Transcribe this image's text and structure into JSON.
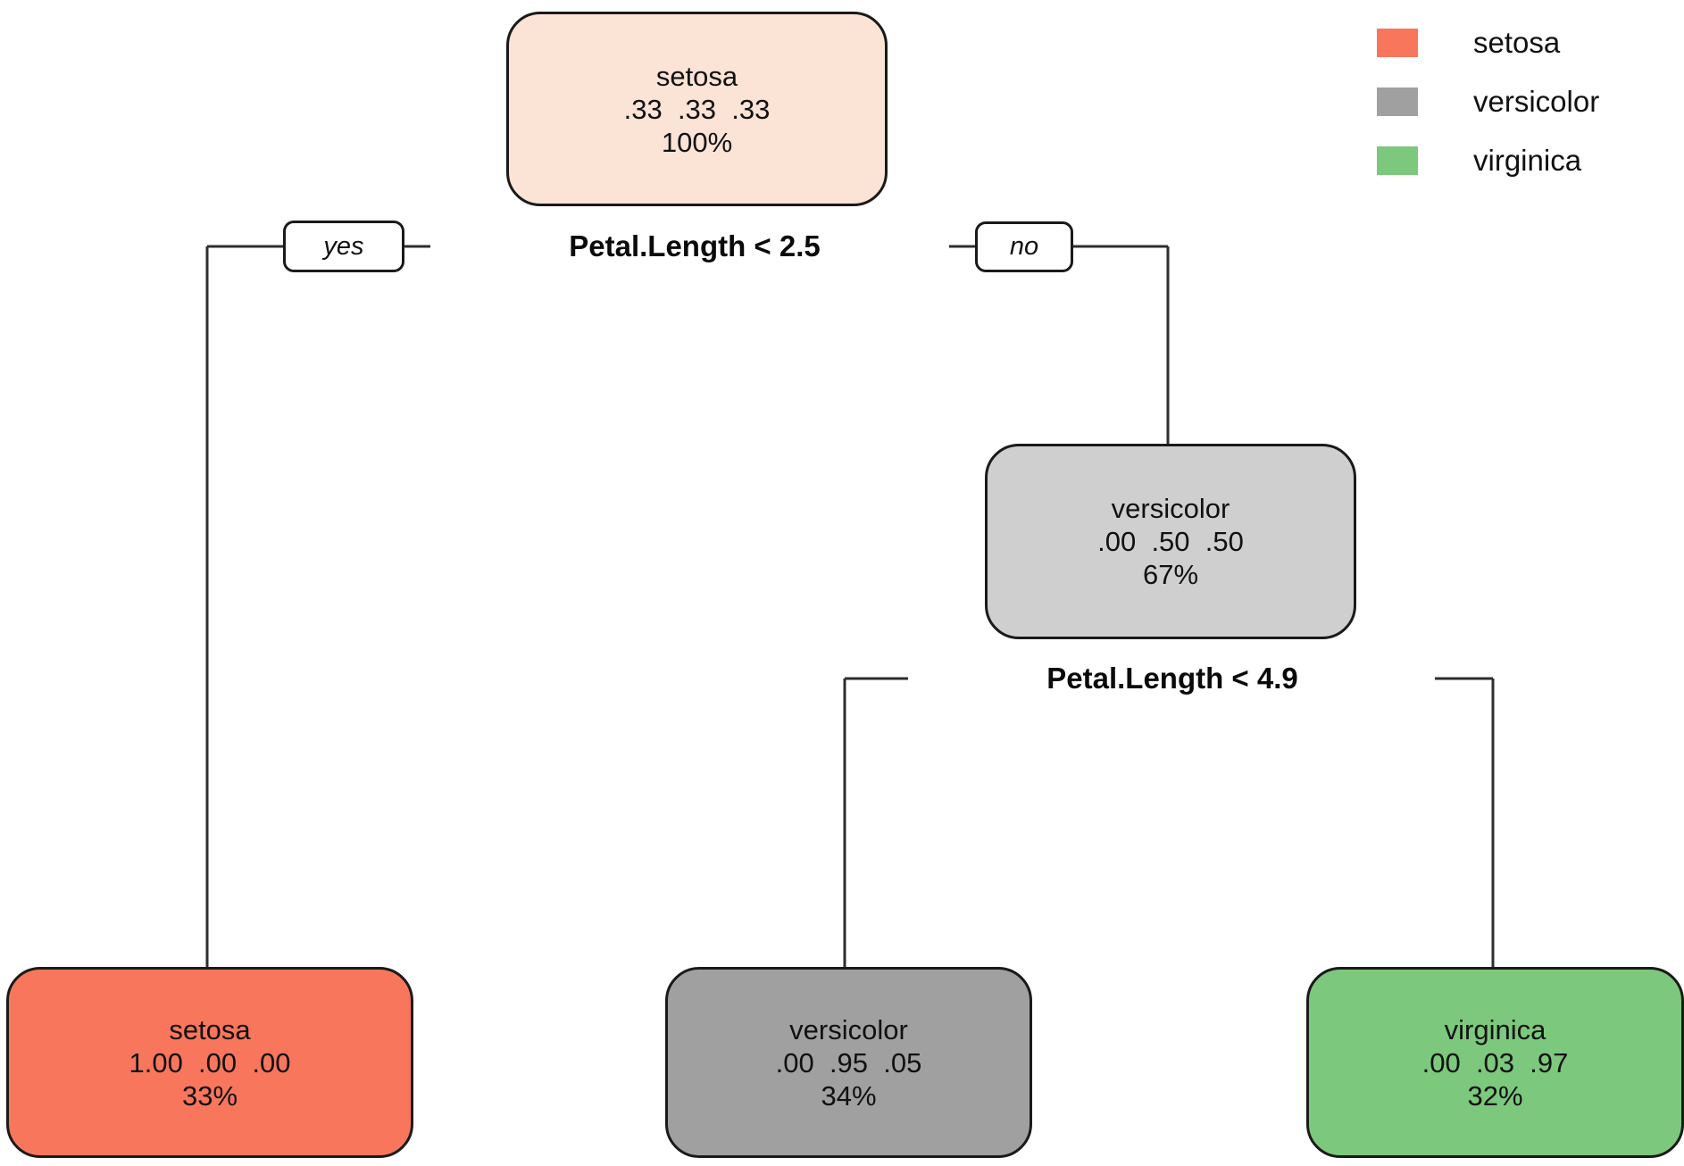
{
  "figure": {
    "background": "#ffffff",
    "line_color": "#2e2e2e",
    "border_color": "#1a1a1a",
    "colors": {
      "root_node": "#FBE3D6",
      "internal_versicolor_node": "#CFCFCF",
      "setosa_leaf": "#F8765C",
      "versicolor_leaf": "#A0A0A0",
      "virginica_leaf": "#7CC87C"
    }
  },
  "legend": {
    "items": [
      {
        "label": "setosa",
        "color": "#F8765C"
      },
      {
        "label": "versicolor",
        "color": "#A0A0A0"
      },
      {
        "label": "virginica",
        "color": "#7CC87C"
      }
    ]
  },
  "tree": {
    "root": {
      "label": "setosa",
      "probs": ".33  .33  .33",
      "pct": "100%"
    },
    "split1": {
      "condition": "Petal.Length < 2.5",
      "yes_label": "yes",
      "no_label": "no"
    },
    "leaf_setosa": {
      "label": "setosa",
      "probs": "1.00  .00  .00",
      "pct": "33%"
    },
    "node_versicolor": {
      "label": "versicolor",
      "probs": ".00  .50  .50",
      "pct": "67%"
    },
    "split2": {
      "condition": "Petal.Length < 4.9"
    },
    "leaf_versicolor": {
      "label": "versicolor",
      "probs": ".00  .95  .05",
      "pct": "34%"
    },
    "leaf_virginica": {
      "label": "virginica",
      "probs": ".00  .03  .97",
      "pct": "32%"
    }
  }
}
